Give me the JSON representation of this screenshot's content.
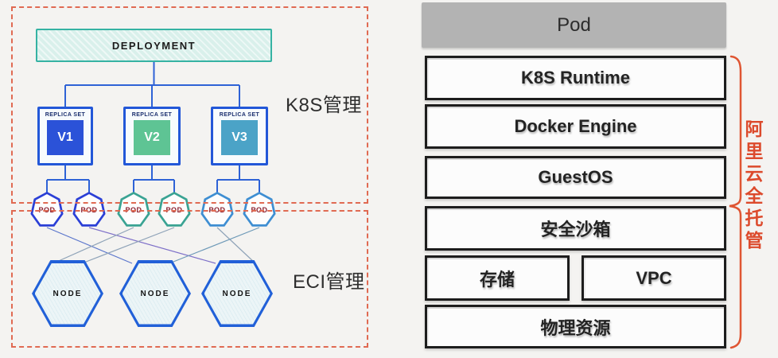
{
  "left_diagram": {
    "zones": {
      "k8s_label": "K8S管理",
      "eci_label": "ECI管理",
      "dashed_border_color": "#e06a52"
    },
    "deployment": {
      "label": "DEPLOYMENT",
      "border_color": "#35b2a3",
      "fill_color": "#d9f0eb"
    },
    "replica_sets": [
      {
        "title": "REPLICA SET",
        "version": "V1",
        "color": "#2b52d8"
      },
      {
        "title": "REPLICA SET",
        "version": "V2",
        "color": "#5ec494"
      },
      {
        "title": "REPLICA SET",
        "version": "V3",
        "color": "#4ba3c7"
      }
    ],
    "pods": [
      {
        "label": "POD",
        "border_color": "#2b3fd6"
      },
      {
        "label": "POD",
        "border_color": "#2b3fd6"
      },
      {
        "label": "POD",
        "border_color": "#3aa393"
      },
      {
        "label": "POD",
        "border_color": "#3aa393"
      },
      {
        "label": "POD",
        "border_color": "#3e8ed2"
      },
      {
        "label": "POD",
        "border_color": "#3e8ed2"
      }
    ],
    "nodes": [
      {
        "label": "NODE"
      },
      {
        "label": "NODE"
      },
      {
        "label": "NODE"
      }
    ],
    "colors": {
      "connector": "#2e62d6",
      "pod_text": "#8b2130",
      "node_border": "#2160d8"
    }
  },
  "right_stack": {
    "header": "Pod",
    "layers": {
      "k8s_runtime": "K8S Runtime",
      "docker_engine": "Docker Engine",
      "guestos": "GuestOS",
      "sandbox": "安全沙箱",
      "storage": "存储",
      "vpc": "VPC",
      "physical": "物理资源"
    },
    "brace_label": "阿里云全托管",
    "brace_color": "#df5532"
  }
}
